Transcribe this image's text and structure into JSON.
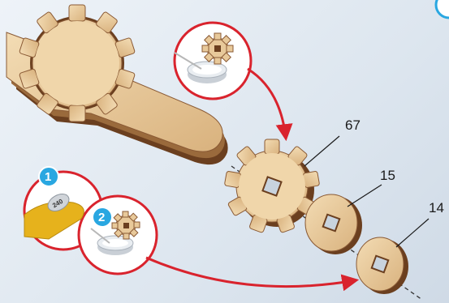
{
  "parts": {
    "gear_large_label": "67",
    "washer_middle_label": "15",
    "washer_small_label": "14"
  },
  "steps": {
    "step1": "1",
    "step2": "2"
  },
  "sandpaper_grit": "240",
  "colors": {
    "wood": "#e8c99a",
    "wood_edge": "#8a5a35",
    "callout_ring": "#d9232d",
    "arrow": "#d9232d",
    "step_badge": "#29a7e1",
    "sandpaper": "#e6b21c"
  },
  "icons": [
    "sandpaper-icon",
    "glue-bowl-icon",
    "small-gear-icon"
  ]
}
